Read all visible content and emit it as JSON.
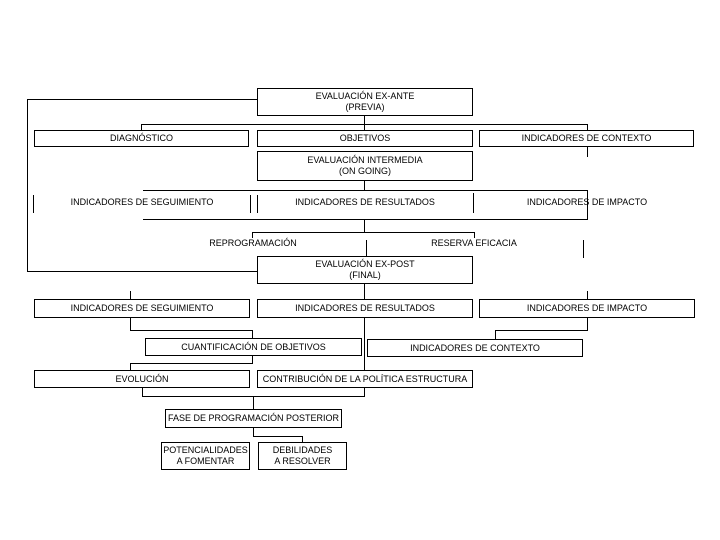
{
  "slide": {
    "background": "#ffffff",
    "line_color": "#000000",
    "text_color": "#000000"
  },
  "diagram": {
    "type": "flowchart",
    "language": "es",
    "nodes": {
      "ex_ante": {
        "line1": "EVALUACIÓN EX-ANTE",
        "line2": "(PREVIA)"
      },
      "diagnostico": {
        "label": "DIAGNÓSTICO"
      },
      "objetivos": {
        "label": "OBJETIVOS"
      },
      "indicadores_contexto_sup": {
        "label": "INDICADORES DE CONTEXTO"
      },
      "intermedia": {
        "line1": "EVALUACIÓN INTERMEDIA",
        "line2": "(ON GOING)"
      },
      "indicadores_seguimiento_1": {
        "label": "INDICADORES DE SEGUIMIENTO"
      },
      "indicadores_resultados_1": {
        "label": "INDICADORES DE RESULTADOS"
      },
      "indicadores_impacto_1": {
        "label": "INDICADORES DE IMPACTO"
      },
      "reprogramacion": {
        "label": "REPROGRAMACIÓN"
      },
      "reserva_eficacia": {
        "label": "RESERVA EFICACIA"
      },
      "ex_post": {
        "line1": "EVALUACIÓN EX-POST",
        "line2": "(FINAL)"
      },
      "indicadores_seguimiento_2": {
        "label": "INDICADORES DE SEGUIMIENTO"
      },
      "indicadores_resultados_2": {
        "label": "INDICADORES DE RESULTADOS"
      },
      "indicadores_impacto_2": {
        "label": "INDICADORES DE IMPACTO"
      },
      "cuantificacion": {
        "label": "CUANTIFICACIÓN DE OBJETIVOS"
      },
      "indicadores_contexto_inf": {
        "label": "INDICADORES DE CONTEXTO"
      },
      "evolucion": {
        "label": "EVOLUCIÓN"
      },
      "contribucion": {
        "label": "CONTRIBUCIÓN DE LA POLÍTICA ESTRUCTURA"
      },
      "fase_posterior": {
        "label": "FASE DE PROGRAMACIÓN POSTERIOR"
      },
      "potencialidades": {
        "line1": "POTENCIALIDADES",
        "line2": "A FOMENTAR"
      },
      "debilidades": {
        "line1": "DEBILIDADES",
        "line2": "A RESOLVER"
      }
    }
  }
}
